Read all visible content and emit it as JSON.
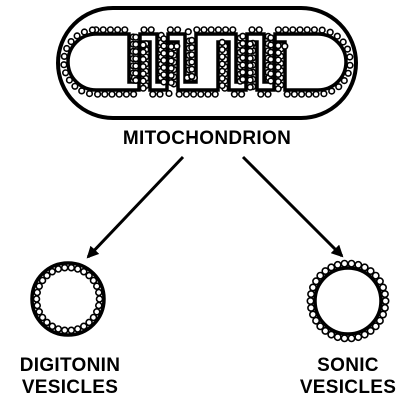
{
  "labels": {
    "mitochondrion": "MITOCHONDRION",
    "digitonin_line1": "DIGITONIN",
    "digitonin_line2": "VESICLES",
    "sonic_line1": "SONIC",
    "sonic_line2": "VESICLES"
  },
  "colors": {
    "ink": "#000000",
    "paper": "#ffffff"
  }
}
